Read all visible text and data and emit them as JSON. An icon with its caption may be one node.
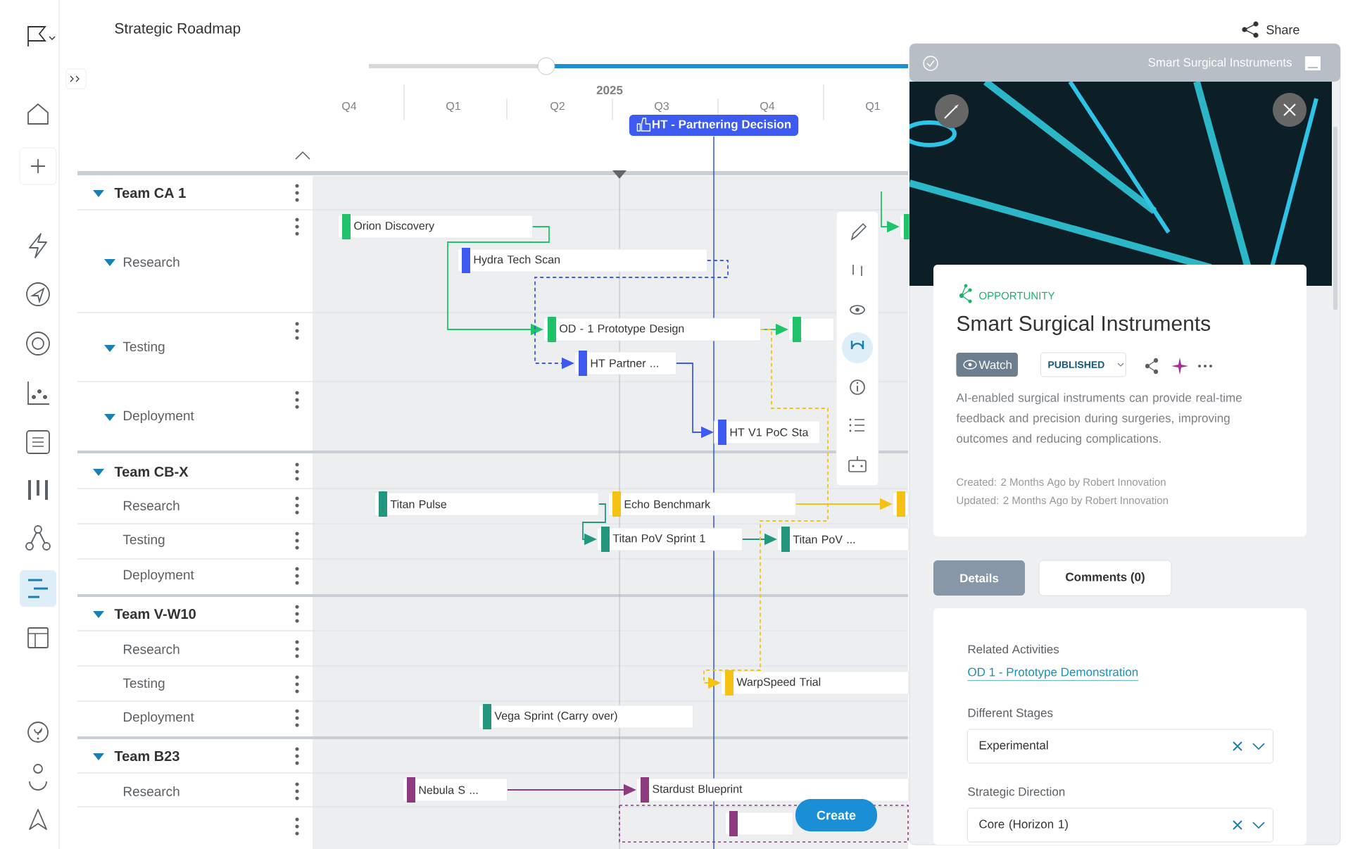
{
  "diagram": {
    "title": "Strategic Roadmap",
    "nodes": [
      {
        "text": [
          "Orion Discovery"
        ]
      },
      {
        "text": [
          "Hydra Tech Scan"
        ]
      },
      {
        "text": [
          "OD - 1 Prototype Design"
        ]
      },
      {
        "text": [
          "HT Partner ..."
        ]
      },
      {
        "text": [
          "HT V1 PoC Sta"
        ]
      },
      {
        "text": [],
        "shape": "bar"
      },
      {
        "text": [],
        "shape": "bar"
      },
      {
        "text": [
          "Titan Pulse"
        ]
      },
      {
        "text": [
          "Echo Benchmark"
        ]
      },
      {
        "text": [],
        "shape": "bar"
      },
      {
        "text": [
          "Titan PoV Sprint 1"
        ]
      },
      {
        "text": [
          "Titan PoV ..."
        ]
      },
      {
        "text": [
          "WarpSpeed Trial"
        ]
      },
      {
        "text": [
          "Vega Sprint (Carry over)"
        ]
      },
      {
        "text": [
          "Nebula S ..."
        ]
      },
      {
        "text": [
          "Stardust Blueprint"
        ]
      },
      {
        "text": [],
        "shape": "bar"
      }
    ],
    "edges": [
      {
        "from": 0,
        "to": 2,
        "arrow": "to",
        "color": "#1fc46a"
      },
      {
        "from": 1,
        "to": 3,
        "arrow": "to",
        "style": "dashed",
        "color": "#3d5af1"
      },
      {
        "from": 3,
        "to": 4,
        "arrow": "to",
        "color": "#3d5af1"
      },
      {
        "from": 2,
        "to": 5,
        "arrow": "to",
        "color": "#1fc46a"
      },
      {
        "from": null,
        "to": 6,
        "arrow": "to",
        "color": "#1fc46a"
      },
      {
        "from": 7,
        "to": 10,
        "arrow": "to",
        "color": "#23977e"
      },
      {
        "from": 10,
        "to": 11,
        "arrow": "to",
        "color": "#23977e"
      },
      {
        "from": 8,
        "to": 9,
        "arrow": "to",
        "color": "#f5c211"
      },
      {
        "from": 2,
        "to": 12,
        "arrow": "to",
        "style": "dashed",
        "color": "#f5c211"
      },
      {
        "from": 14,
        "to": 15,
        "arrow": "to",
        "color": "#8e3a80"
      }
    ],
    "labels": [
      "2025",
      "Q4",
      "Q1",
      "Q2",
      "Q3",
      "Q4",
      "Q1",
      "Share",
      "HT - Partnering Decision",
      "Team CA 1",
      "Research",
      "Testing",
      "Deployment",
      "Team CB-X",
      "Research",
      "Testing",
      "Deployment",
      "Team V-W10",
      "Research",
      "Testing",
      "Deployment",
      "Team B23",
      "Research",
      "Smart Surgical Instruments",
      "OPPORTUNITY",
      "Smart Surgical Instruments",
      "Watch",
      "PUBLISHED",
      "AI-enabled surgical instruments can provide real-time feedback and precision during surgeries, improving outcomes and reducing complications.",
      "Created: 2 Months Ago by Robert Innovation",
      "Updated: 2 Months Ago by Robert Innovation",
      "Details",
      "Comments (0)",
      "Related Activities",
      "OD 1 - Prototype Demonstration",
      "Different Stages",
      "Experimental",
      "Strategic Direction",
      "Core (Horizon 1)",
      "Create"
    ]
  }
}
